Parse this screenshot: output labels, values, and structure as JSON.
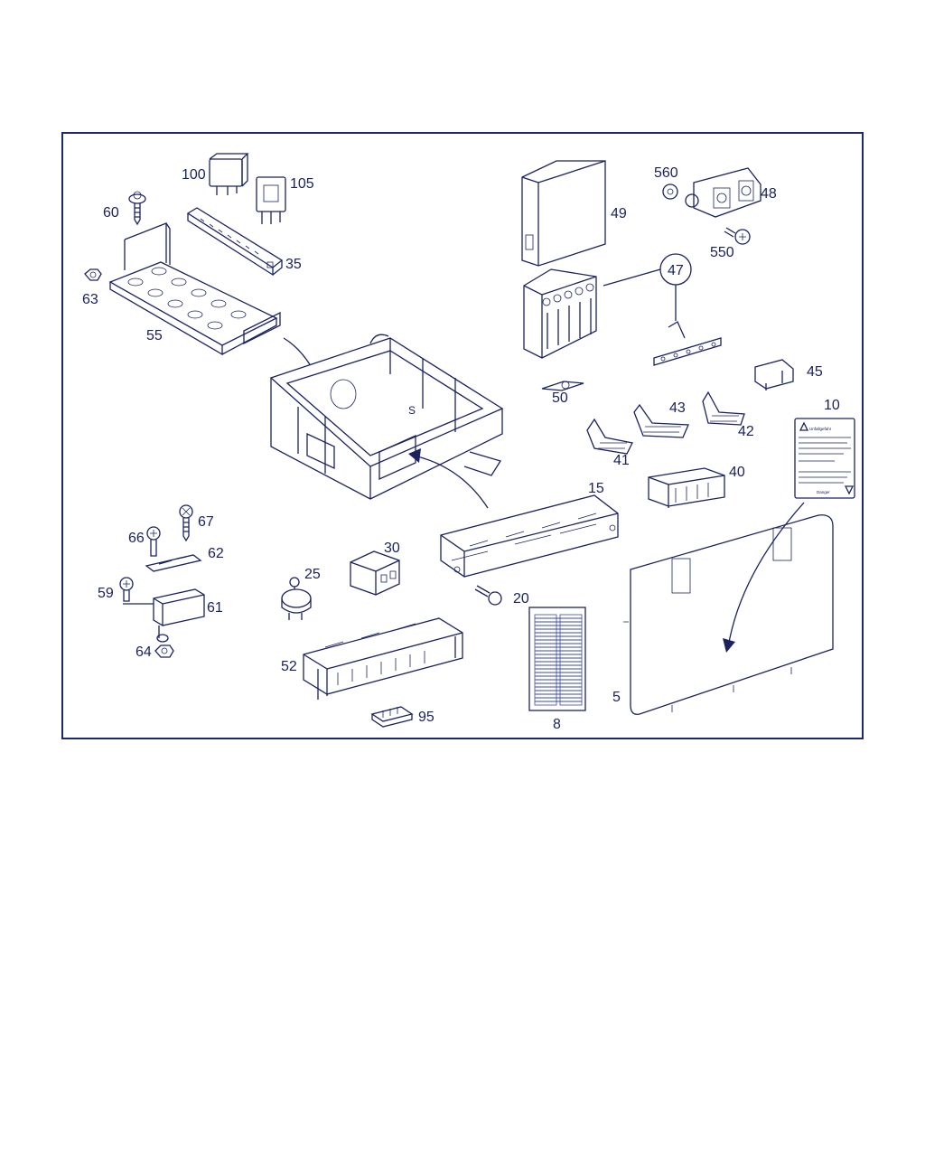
{
  "diagram": {
    "callouts": [
      "100",
      "105",
      "60",
      "35",
      "63",
      "55",
      "49",
      "560",
      "48",
      "550",
      "47",
      "50",
      "45",
      "10",
      "43",
      "42",
      "41",
      "40",
      "15",
      "67",
      "66",
      "62",
      "59",
      "61",
      "64",
      "25",
      "30",
      "20",
      "52",
      "95",
      "8",
      "5"
    ],
    "warning_label": {
      "title": "Unfallgefahr",
      "danger": "Danger"
    }
  }
}
